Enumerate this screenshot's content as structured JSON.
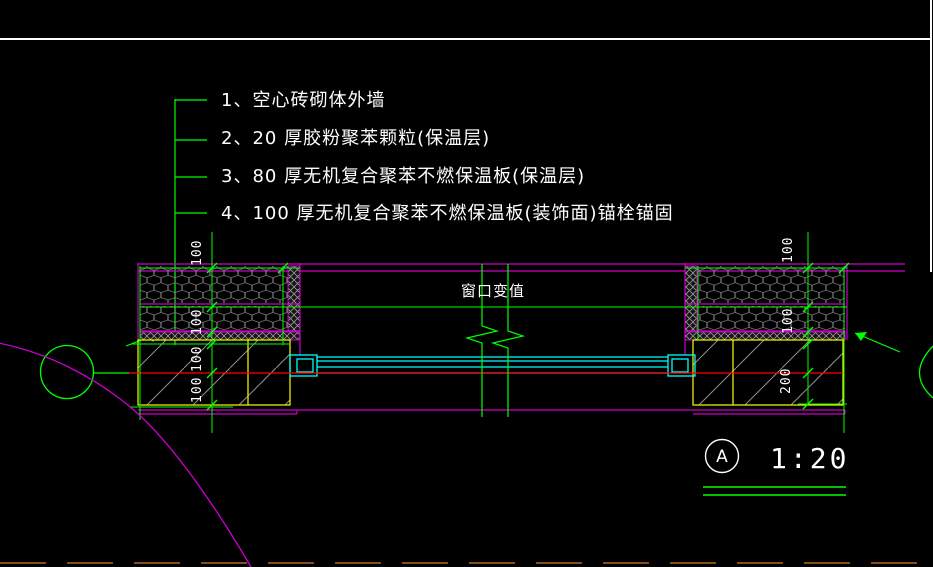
{
  "notes": [
    "1、空心砖砌体外墙",
    "2、20 厚胶粉聚苯颗粒(保温层)",
    "3、80 厚无机复合聚苯不燃保温板(保温层)",
    "4、100  厚无机复合聚苯不燃保温板(装饰面)锚栓锚固"
  ],
  "opening_label": "窗口变值",
  "detail_marker": {
    "letter": "A",
    "scale": "1:20"
  },
  "dimensions": {
    "left_above": "100",
    "left_wall": "100",
    "left_sill_upper": "100",
    "left_sill_lower": "100",
    "right_above": "100",
    "right_wall": "100",
    "right_sill": "200"
  },
  "colors": {
    "green": "#00ff00",
    "magenta": "#cc00cc",
    "cyan": "#00ffff",
    "red": "#ff0000",
    "yellow": "#ffff00",
    "white": "#ffffff",
    "hatch_gray": "#8a8a8a",
    "boundary_orange": "#b4691e"
  }
}
